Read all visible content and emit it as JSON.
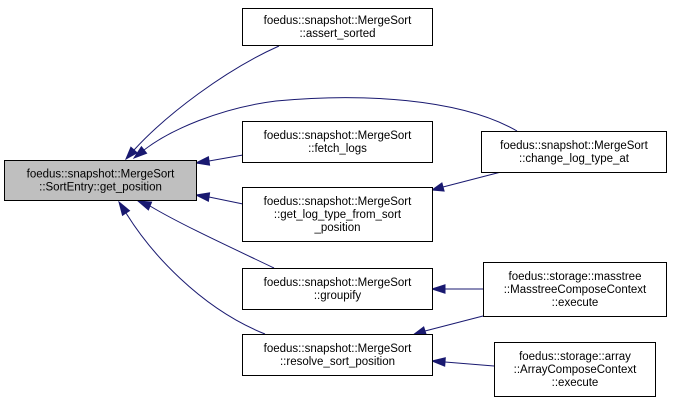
{
  "graph": {
    "nodes": {
      "get_position": {
        "lines": [
          "foedus::snapshot::MergeSort",
          "::SortEntry::get_position"
        ],
        "highlighted": true
      },
      "assert_sorted": {
        "lines": [
          "foedus::snapshot::MergeSort",
          "::assert_sorted"
        ]
      },
      "fetch_logs": {
        "lines": [
          "foedus::snapshot::MergeSort",
          "::fetch_logs"
        ]
      },
      "get_log_type_from_sort_position": {
        "lines": [
          "foedus::snapshot::MergeSort",
          "::get_log_type_from_sort",
          "_position"
        ]
      },
      "groupify": {
        "lines": [
          "foedus::snapshot::MergeSort",
          "::groupify"
        ]
      },
      "resolve_sort_position": {
        "lines": [
          "foedus::snapshot::MergeSort",
          "::resolve_sort_position"
        ]
      },
      "change_log_type_at": {
        "lines": [
          "foedus::snapshot::MergeSort",
          "::change_log_type_at"
        ]
      },
      "masstree_execute": {
        "lines": [
          "foedus::storage::masstree",
          "::MasstreeComposeContext",
          "::execute"
        ]
      },
      "array_execute": {
        "lines": [
          "foedus::storage::array",
          "::ArrayComposeContext",
          "::execute"
        ]
      }
    },
    "edges": [
      {
        "from": "assert_sorted",
        "to": "get_position"
      },
      {
        "from": "change_log_type_at",
        "to": "get_position"
      },
      {
        "from": "fetch_logs",
        "to": "get_position"
      },
      {
        "from": "get_log_type_from_sort_position",
        "to": "get_position"
      },
      {
        "from": "groupify",
        "to": "get_position"
      },
      {
        "from": "resolve_sort_position",
        "to": "get_position"
      },
      {
        "from": "change_log_type_at",
        "to": "get_log_type_from_sort_position"
      },
      {
        "from": "masstree_execute",
        "to": "groupify"
      },
      {
        "from": "masstree_execute",
        "to": "resolve_sort_position"
      },
      {
        "from": "array_execute",
        "to": "resolve_sort_position"
      }
    ],
    "colors": {
      "edge": "#191970",
      "highlight_fill": "#bfbfbf",
      "node_fill": "#ffffff",
      "border": "#000000"
    }
  }
}
